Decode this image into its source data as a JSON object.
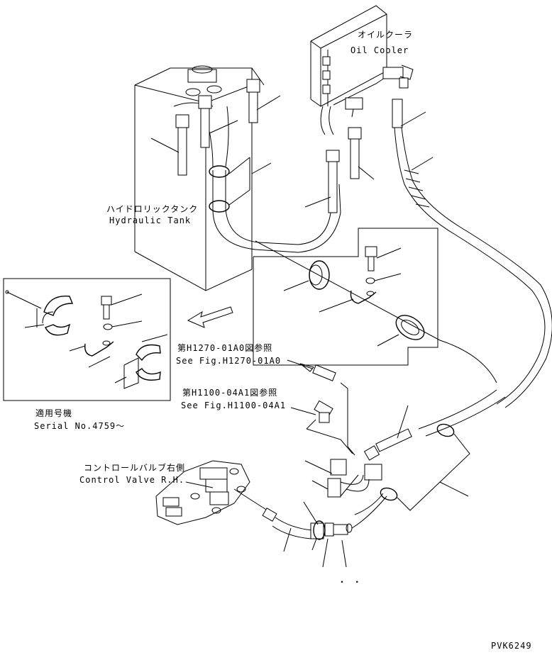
{
  "labels": {
    "oil_cooler_jp": "オイルクーラ",
    "oil_cooler_en": "Oil Cooler",
    "tank_jp": "ハイドロリックタンク",
    "tank_en": "Hydraulic Tank",
    "ref1_jp": "第H1270-01A0図参照",
    "ref1_en": "See Fig.H1270-01A0",
    "ref2_jp": "第H1100-04A1図参照",
    "ref2_en": "See Fig.H1100-04A1",
    "serial_jp": "適用号機",
    "serial_en": "Serial No.4759～",
    "valve_jp": "コントロールバルブ右側",
    "valve_en": "Control Valve R.H.",
    "dot_mark": "・ ・",
    "drawing_id": "PVK6249"
  },
  "colors": {
    "line": "#000000",
    "background": "#ffffff"
  }
}
